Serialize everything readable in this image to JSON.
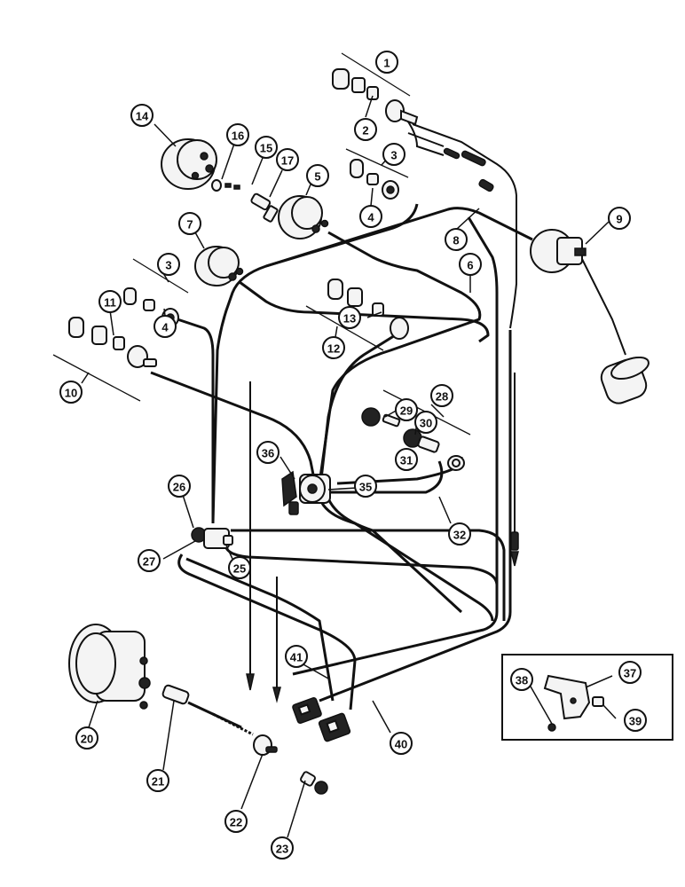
{
  "diagram": {
    "callouts": [
      {
        "label": "1"
      },
      {
        "label": "2"
      },
      {
        "label": "3"
      },
      {
        "label": "4"
      },
      {
        "label": "5"
      },
      {
        "label": "6"
      },
      {
        "label": "7"
      },
      {
        "label": "8"
      },
      {
        "label": "9"
      },
      {
        "label": "14"
      },
      {
        "label": "16"
      },
      {
        "label": "15"
      },
      {
        "label": "17"
      },
      {
        "label": "3"
      },
      {
        "label": "4"
      },
      {
        "label": "11"
      },
      {
        "label": "13"
      },
      {
        "label": "12"
      },
      {
        "label": "10"
      },
      {
        "label": "28"
      },
      {
        "label": "29"
      },
      {
        "label": "30"
      },
      {
        "label": "31"
      },
      {
        "label": "36"
      },
      {
        "label": "35"
      },
      {
        "label": "32"
      },
      {
        "label": "26"
      },
      {
        "label": "27"
      },
      {
        "label": "25"
      },
      {
        "label": "41"
      },
      {
        "label": "40"
      },
      {
        "label": "20"
      },
      {
        "label": "21"
      },
      {
        "label": "22"
      },
      {
        "label": "23"
      },
      {
        "label": "37"
      },
      {
        "label": "38"
      },
      {
        "label": "39"
      }
    ]
  }
}
